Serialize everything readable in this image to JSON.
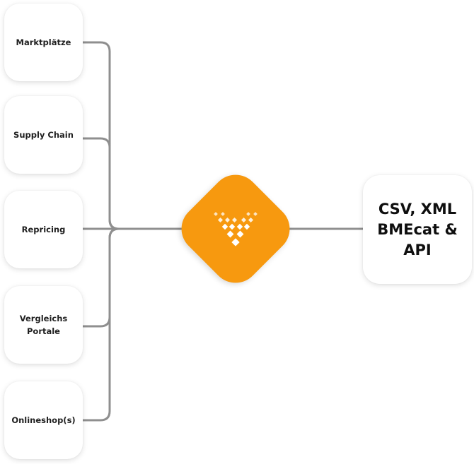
{
  "sources": [
    {
      "label": "Marktplätze"
    },
    {
      "label": "Supply Chain"
    },
    {
      "label": "Repricing"
    },
    {
      "label": "Vergleichs\nPortale"
    },
    {
      "label": "Onlineshop(s)"
    }
  ],
  "target": {
    "label": "CSV, XML\nBMEcat &\nAPI"
  },
  "hub": {
    "icon": "channel-logo-icon",
    "color": "#f7990f"
  },
  "colors": {
    "connector": "#8f8f8f",
    "card_background": "#ffffff"
  }
}
